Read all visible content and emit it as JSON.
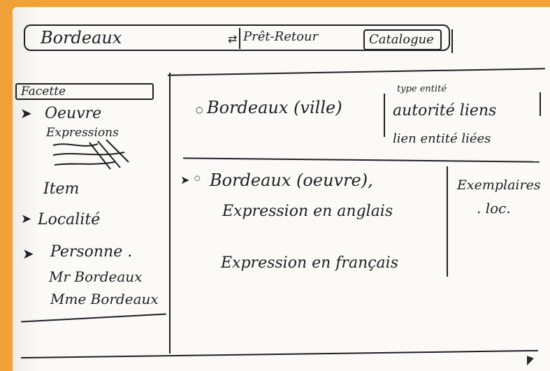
{
  "top_bar": {
    "search_value": "Bordeaux",
    "tab_pret_retour": "Prêt-Retour",
    "tab_catalogue": "Catalogue"
  },
  "sidebar": {
    "filter_label": "Facette",
    "groups": [
      {
        "label": "Oeuvre",
        "items": [
          "Expressions",
          "Item"
        ]
      },
      {
        "label": "Localité",
        "items": []
      },
      {
        "label": "Personne .",
        "items": [
          "Mr Bordeaux",
          "Mme Bordeaux"
        ]
      }
    ]
  },
  "results": {
    "entity": {
      "title": "Bordeaux (ville)",
      "side_note_top": "type entité",
      "side_note_1": "autorité liens",
      "side_note_2": "lien entité liées"
    },
    "work": {
      "title": "Bordeaux (oeuvre),",
      "expressions": [
        "Expression en anglais",
        "Expression en français"
      ]
    },
    "copies": {
      "title": "Exemplaires",
      "item": ". loc."
    }
  },
  "icons": {
    "expand": "chevron-right-icon",
    "radio": "radio-bullet-icon",
    "arrow": "arrow-icon",
    "cursor": "mouse-pointer-icon"
  }
}
